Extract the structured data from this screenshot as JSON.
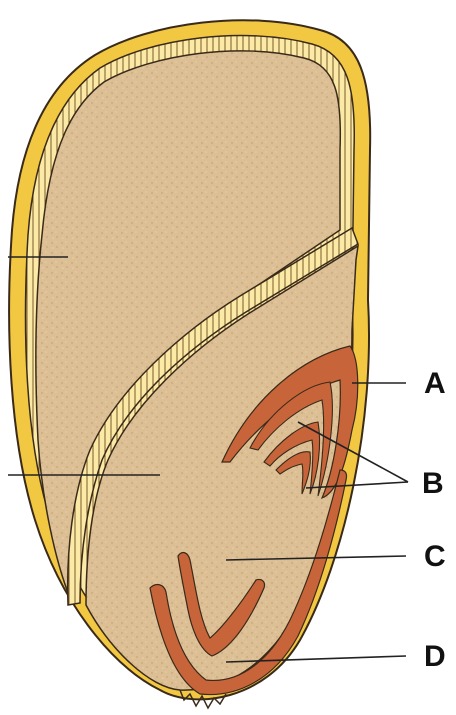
{
  "diagram": {
    "labels": {
      "a": "A",
      "b": "B",
      "c": "C",
      "d": "D"
    },
    "colors": {
      "background": "#ffffff",
      "pericarp_yellow": "#f2c842",
      "pericarp_light": "#fbe9a6",
      "endosperm": "#ddbf93",
      "embryo_tissue": "#e0c38f",
      "embryo_parts_orange": "#c8643a",
      "outline": "#3a2a1a",
      "leader_lines": "#222222"
    }
  }
}
